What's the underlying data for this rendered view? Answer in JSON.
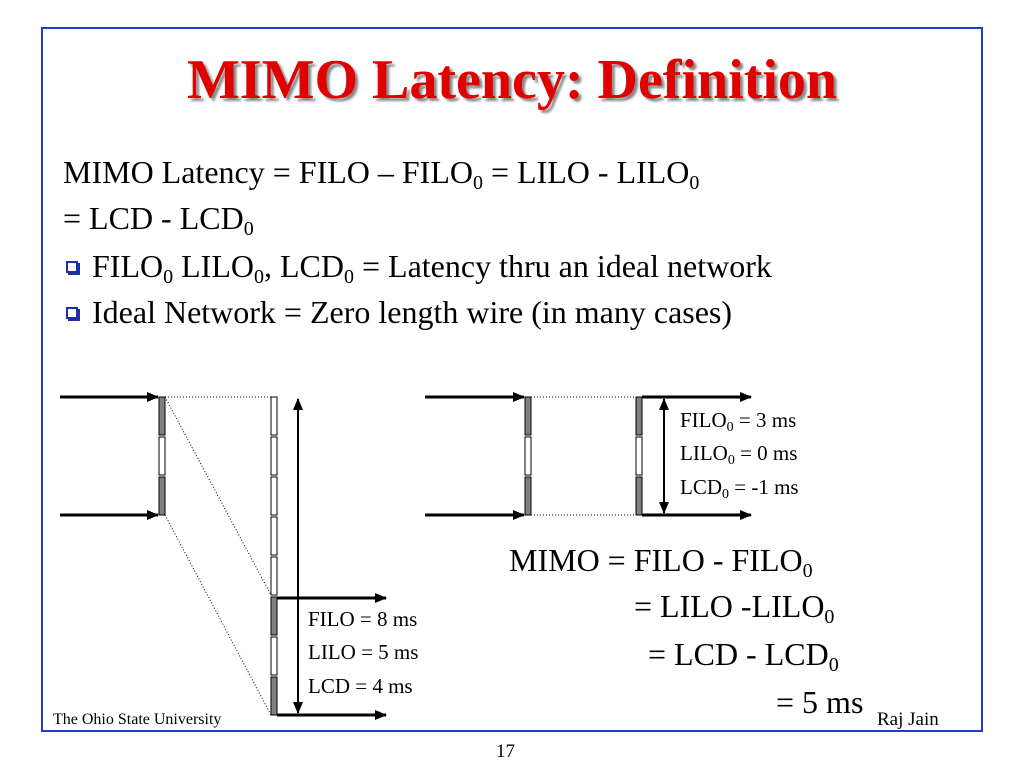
{
  "slide": {
    "title": "MIMO Latency: Definition",
    "definition": {
      "line1_part1": "MIMO Latency = FILO  –  FILO",
      "line1_sub1": "0",
      "line1_part2": " = LILO - LILO",
      "line1_sub2": "0",
      "line2_part1": "= LCD - LCD",
      "line2_sub1": "0"
    },
    "bullets": [
      {
        "p1": "FILO",
        "s1": "0",
        "p2": " LILO",
        "s2": "0",
        "p3": ", LCD",
        "s3": "0",
        "p4": " = Latency thru an ideal network"
      },
      {
        "text": "Ideal Network = Zero length wire (in many cases)"
      }
    ],
    "ideal_labels": {
      "filo": "FILO",
      "filo_sub": "0",
      "filo_val": " =  3 ms",
      "lilo": "LILO",
      "lilo_sub": "0",
      "lilo_val": " = 0 ms",
      "lcd": "LCD",
      "lcd_sub": "0",
      "lcd_val": " = -1 ms"
    },
    "actual_labels": {
      "filo": "FILO =  8 ms",
      "lilo": "LILO = 5 ms",
      "lcd": "LCD = 4 ms"
    },
    "mimo_eq": {
      "l1": "MIMO = FILO - FILO",
      "l1_sub": "0",
      "l2": "= LILO -LILO",
      "l2_sub": "0",
      "l3": "= LCD - LCD",
      "l3_sub": "0",
      "l4": "= 5 ms"
    },
    "footer": {
      "left": "The Ohio State University",
      "right": "Raj Jain",
      "page": "17"
    },
    "colors": {
      "frame": "#1f3fc8",
      "title": "#e00000",
      "bullet": "#1d2fa8",
      "segment": "#808080"
    }
  }
}
